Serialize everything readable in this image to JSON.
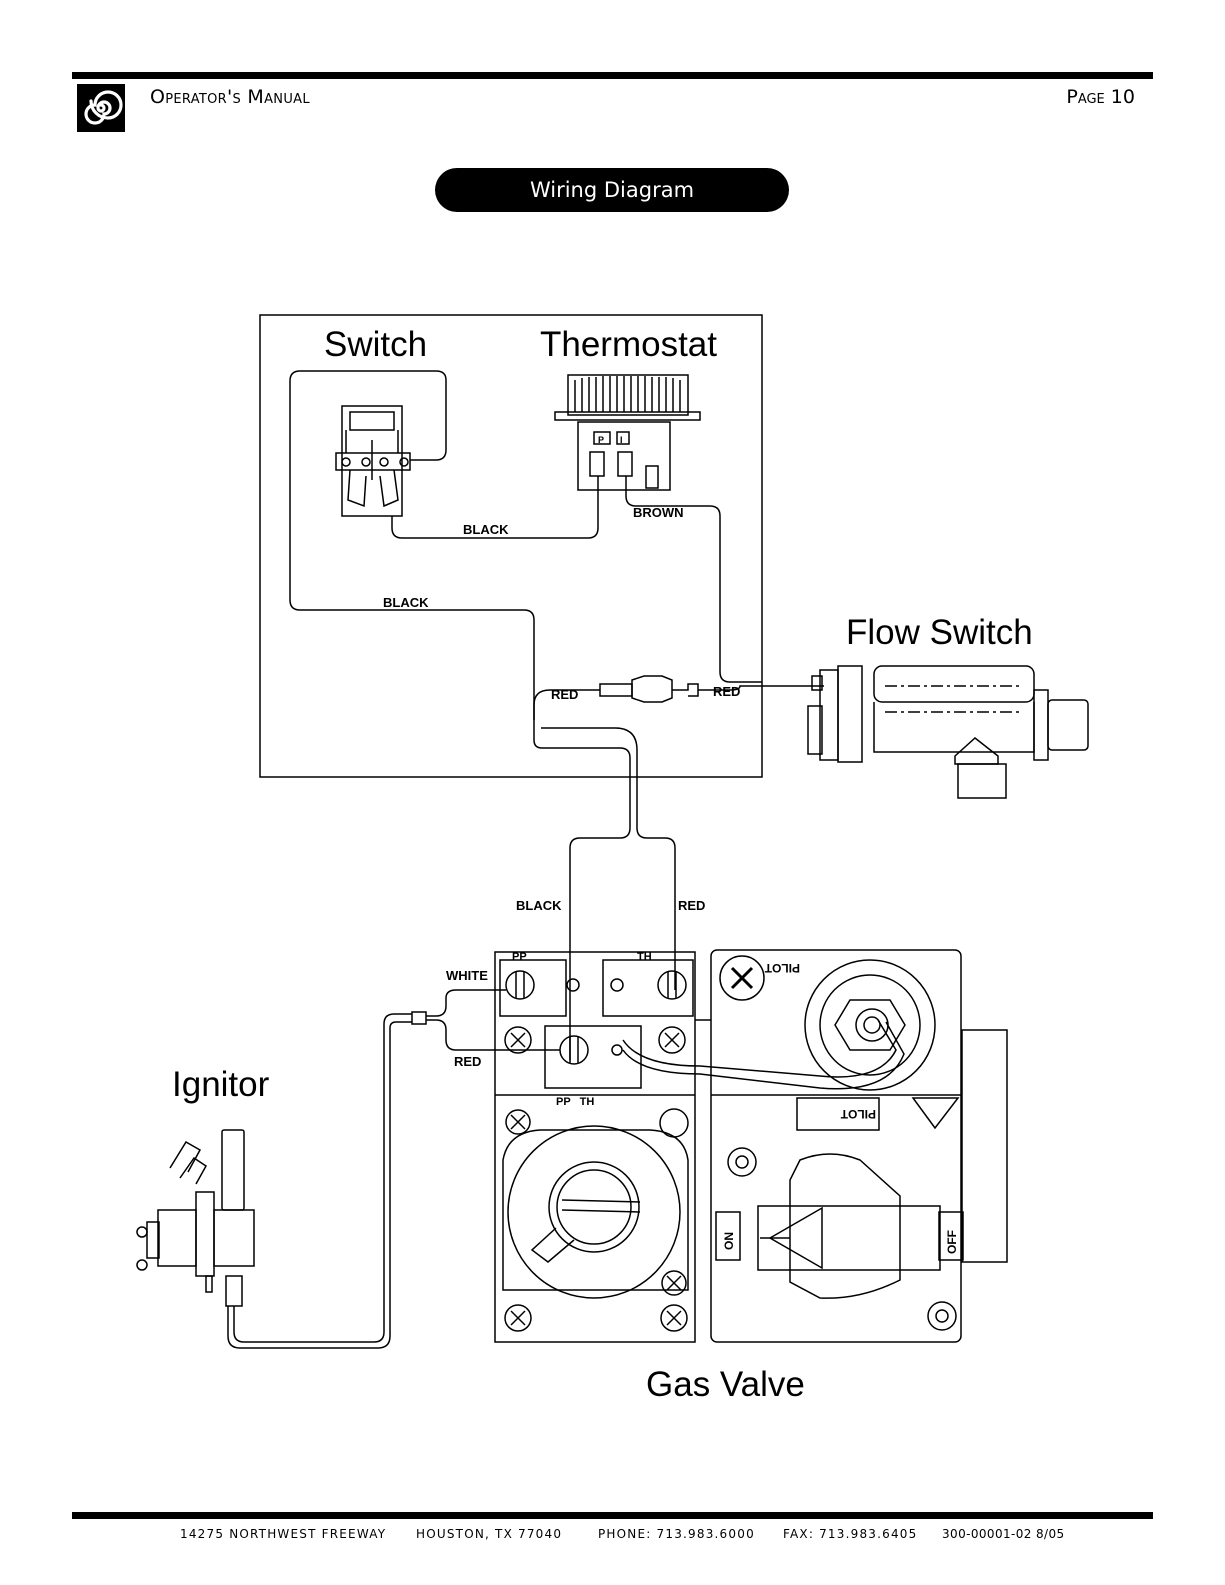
{
  "header": {
    "title": "Operator's Manual",
    "page": "Page 10"
  },
  "section_title": "Wiring Diagram",
  "components": {
    "switch": "Switch",
    "thermostat": "Thermostat",
    "flow_switch": "Flow Switch",
    "ignitor": "Ignitor",
    "gas_valve": "Gas Valve"
  },
  "wires": {
    "black_1": "BLACK",
    "brown": "BROWN",
    "black_2": "BLACK",
    "red_1": "RED",
    "red_2": "RED",
    "black_3": "BLACK",
    "red_3": "RED",
    "white": "WHITE",
    "red_4": "RED"
  },
  "valve_labels": {
    "pp_top": "PP",
    "th_top": "TH",
    "pp_th": "PP   TH",
    "pilot_rot": "PILOT",
    "pilot": "PILOT",
    "on": "ON",
    "off": "OFF",
    "thermostat_p": "P",
    "thermostat_i": "I"
  },
  "footer": {
    "address": "14275 NORTHWEST FREEWAY",
    "city": "HOUSTON, TX  77040",
    "phone": "PHONE: 713.983.6000",
    "fax": "FAX: 713.983.6405",
    "doc": "300-00001-02  8/05"
  }
}
